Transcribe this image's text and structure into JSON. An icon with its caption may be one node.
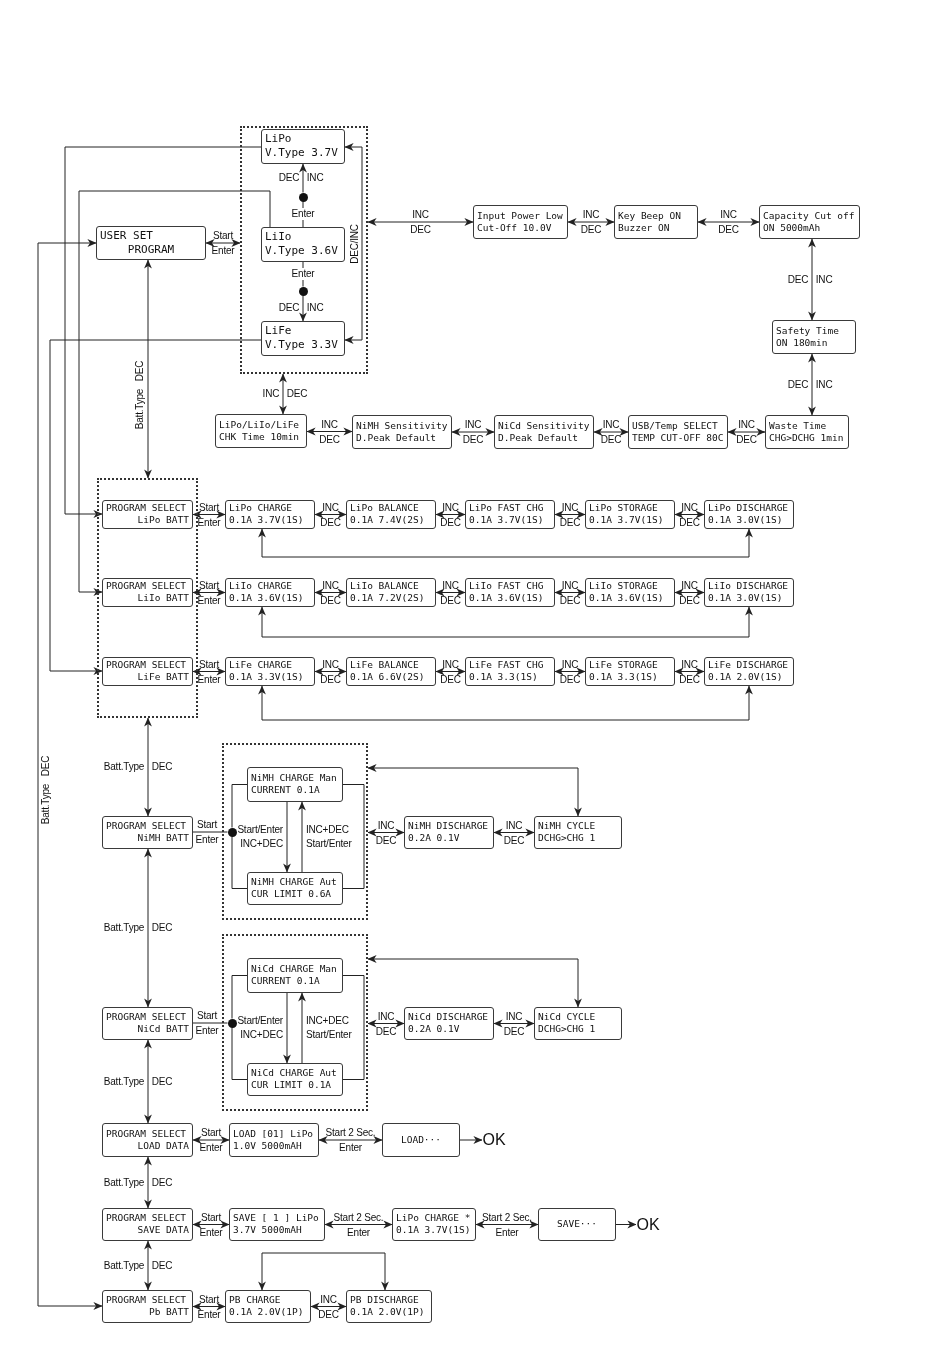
{
  "diagram": {
    "nodes": [
      {
        "text": [
          "USER SET",
          "PROGRAM"
        ]
      },
      {
        "text": [],
        "shape": "box"
      },
      {
        "text": [
          "LiPo",
          "V.Type 3.7V"
        ],
        "in": 1
      },
      {
        "text": [],
        "shape": "circle",
        "in": 1
      },
      {
        "text": [
          "LiIo",
          "V.Type 3.6V"
        ],
        "in": 1
      },
      {
        "text": [],
        "shape": "circle",
        "in": 1
      },
      {
        "text": [
          "LiFe",
          "V.Type 3.3V"
        ],
        "in": 1
      },
      {
        "text": [
          "Input Power Low",
          "Cut-Off 10.0V"
        ]
      },
      {
        "text": [
          "Key Beep ON",
          "Buzzer ON"
        ]
      },
      {
        "text": [
          "Capacity Cut off",
          "ON 5000mAh"
        ]
      },
      {
        "text": [
          "Safety Time",
          "ON 180min"
        ]
      },
      {
        "text": [
          "LiPo/LiIo/LiFe",
          "CHK Time 10min"
        ]
      },
      {
        "text": [
          "NiMH Sensitivity",
          "D.Peak Default"
        ]
      },
      {
        "text": [
          "NiCd Sensitivity",
          "D.Peak Default"
        ]
      },
      {
        "text": [
          "USB/Temp SELECT",
          "TEMP CUT-OFF 80C"
        ]
      },
      {
        "text": [
          "Waste Time",
          "CHG>DCHG 1min"
        ]
      },
      {
        "text": [],
        "shape": "box"
      },
      {
        "text": [
          "PROGRAM SELECT",
          "LiPo BATT"
        ],
        "in": 16
      },
      {
        "text": [
          "LiPo CHARGE",
          "0.1A 3.7V(1S)"
        ]
      },
      {
        "text": [
          "LiPo BALANCE",
          "0.1A 7.4V(2S)"
        ]
      },
      {
        "text": [
          "LiPo FAST CHG",
          "0.1A 3.7V(1S)"
        ]
      },
      {
        "text": [
          "LiPo STORAGE",
          "0.1A 3.7V(1S)"
        ]
      },
      {
        "text": [
          "LiPo DISCHARGE",
          "0.1A 3.0V(1S)"
        ]
      },
      {
        "text": [
          "PROGRAM SELECT",
          "LiIo BATT"
        ],
        "in": 16
      },
      {
        "text": [
          "LiIo CHARGE",
          "0.1A 3.6V(1S)"
        ]
      },
      {
        "text": [
          "LiIo BALANCE",
          "0.1A 7.2V(2S)"
        ]
      },
      {
        "text": [
          "LiIo FAST CHG",
          "0.1A 3.6V(1S)"
        ]
      },
      {
        "text": [
          "LiIo STORAGE",
          "0.1A 3.6V(1S)"
        ]
      },
      {
        "text": [
          "LiIo DISCHARGE",
          "0.1A 3.0V(1S)"
        ]
      },
      {
        "text": [
          "PROGRAM SELECT",
          "LiFe BATT"
        ],
        "in": 16
      },
      {
        "text": [
          "LiFe CHARGE",
          "0.1A 3.3V(1S)"
        ]
      },
      {
        "text": [
          "LiFe BALANCE",
          "0.1A 6.6V(2S)"
        ]
      },
      {
        "text": [
          "LiFe FAST CHG",
          "0.1A 3.3(1S)"
        ]
      },
      {
        "text": [
          "LiFe STORAGE",
          "0.1A 3.3(1S)"
        ]
      },
      {
        "text": [
          "LiFe DISCHARGE",
          "0.1A 2.0V(1S)"
        ]
      },
      {
        "text": [
          "PROGRAM SELECT",
          "NiMH BATT"
        ]
      },
      {
        "text": [],
        "shape": "box"
      },
      {
        "text": [
          "NiMH CHARGE Man",
          "CURRENT 0.1A"
        ],
        "in": 36
      },
      {
        "text": [],
        "shape": "circle",
        "in": 36
      },
      {
        "text": [
          "NiMH CHARGE Aut",
          "CUR LIMIT 0.6A"
        ],
        "in": 36
      },
      {
        "text": [
          "NiMH DISCHARGE",
          "0.2A 0.1V"
        ]
      },
      {
        "text": [
          "NiMH CYCLE",
          "DCHG>CHG 1"
        ]
      },
      {
        "text": [
          "PROGRAM SELECT",
          "NiCd BATT"
        ]
      },
      {
        "text": [],
        "shape": "box"
      },
      {
        "text": [
          "NiCd CHARGE Man",
          "CURRENT 0.1A"
        ],
        "in": 43
      },
      {
        "text": [],
        "shape": "circle",
        "in": 43
      },
      {
        "text": [
          "NiCd CHARGE Aut",
          "CUR LIMIT 0.1A"
        ],
        "in": 43
      },
      {
        "text": [
          "NiCd DISCHARGE",
          "0.2A 0.1V"
        ]
      },
      {
        "text": [
          "NiCd CYCLE",
          "DCHG>CHG 1"
        ]
      },
      {
        "text": [
          "PROGRAM SELECT",
          "LOAD DATA"
        ]
      },
      {
        "text": [
          "LOAD [01] LiPo",
          "1.0V 5000mAH"
        ]
      },
      {
        "text": [
          "LOAD···"
        ]
      },
      {
        "text": [
          "OK"
        ]
      },
      {
        "text": [
          "PROGRAM SELECT",
          "SAVE DATA"
        ]
      },
      {
        "text": [
          "SAVE [ 1 ] LiPo",
          "3.7V 5000mAH"
        ]
      },
      {
        "text": [
          "LiPo CHARGE *",
          "0.1A 3.7V(1S)"
        ]
      },
      {
        "text": [
          "SAVE···"
        ]
      },
      {
        "text": [
          "OK"
        ]
      },
      {
        "text": [
          "PROGRAM SELECT",
          "Pb BATT"
        ]
      },
      {
        "text": [
          "PB CHARGE",
          "0.1A 2.0V(1P)"
        ]
      },
      {
        "text": [
          "PB DISCHARGE",
          "0.1A 2.0V(1P)"
        ]
      }
    ],
    "edges": [
      {
        "from": 0,
        "to": 1,
        "arrow": "both",
        "label": "Start Enter"
      },
      {
        "from": 3,
        "to": 2,
        "arrow": "to",
        "label": "DEC INC"
      },
      {
        "from": 4,
        "to": 3,
        "arrow": "none",
        "label": "Enter"
      },
      {
        "from": 4,
        "to": 5,
        "arrow": "none",
        "label": "Enter"
      },
      {
        "from": 5,
        "to": 6,
        "arrow": "to",
        "label": "DEC INC"
      },
      {
        "from": 2,
        "to": 6,
        "arrow": "both",
        "label": "DEC/INC"
      },
      {
        "from": 1,
        "to": 7,
        "arrow": "both",
        "label": "INC DEC"
      },
      {
        "from": 7,
        "to": 8,
        "arrow": "both",
        "label": "INC DEC"
      },
      {
        "from": 8,
        "to": 9,
        "arrow": "both",
        "label": "INC DEC"
      },
      {
        "from": 9,
        "to": 10,
        "arrow": "both",
        "label": "DEC INC"
      },
      {
        "from": 10,
        "to": 15,
        "arrow": "both",
        "label": "DEC INC"
      },
      {
        "from": 1,
        "to": 11,
        "arrow": "both",
        "label": "INC DEC"
      },
      {
        "from": 11,
        "to": 12,
        "arrow": "both",
        "label": "INC DEC"
      },
      {
        "from": 12,
        "to": 13,
        "arrow": "both",
        "label": "INC DEC"
      },
      {
        "from": 13,
        "to": 14,
        "arrow": "both",
        "label": "INC DEC"
      },
      {
        "from": 14,
        "to": 15,
        "arrow": "both",
        "label": "INC DEC"
      },
      {
        "from": 2,
        "to": 17,
        "arrow": "to"
      },
      {
        "from": 4,
        "to": 23,
        "arrow": "to"
      },
      {
        "from": 6,
        "to": 29,
        "arrow": "to"
      },
      {
        "from": 58,
        "to": 0,
        "arrow": "both",
        "label": "Batt.Type DEC"
      },
      {
        "from": 0,
        "to": 16,
        "arrow": "both",
        "label": "Batt.Type DEC"
      },
      {
        "from": 17,
        "to": 18,
        "arrow": "both",
        "label": "Start Enter"
      },
      {
        "from": 18,
        "to": 19,
        "arrow": "both",
        "label": "INC DEC"
      },
      {
        "from": 19,
        "to": 20,
        "arrow": "both",
        "label": "INC DEC"
      },
      {
        "from": 20,
        "to": 21,
        "arrow": "both",
        "label": "INC DEC"
      },
      {
        "from": 21,
        "to": 22,
        "arrow": "both",
        "label": "INC DEC"
      },
      {
        "from": 18,
        "to": 22,
        "arrow": "both"
      },
      {
        "from": 23,
        "to": 24,
        "arrow": "both",
        "label": "Start Enter"
      },
      {
        "from": 24,
        "to": 25,
        "arrow": "both",
        "label": "INC DEC"
      },
      {
        "from": 25,
        "to": 26,
        "arrow": "both",
        "label": "INC DEC"
      },
      {
        "from": 26,
        "to": 27,
        "arrow": "both",
        "label": "INC DEC"
      },
      {
        "from": 27,
        "to": 28,
        "arrow": "both",
        "label": "INC DEC"
      },
      {
        "from": 24,
        "to": 28,
        "arrow": "both"
      },
      {
        "from": 29,
        "to": 30,
        "arrow": "both",
        "label": "Start Enter"
      },
      {
        "from": 30,
        "to": 31,
        "arrow": "both",
        "label": "INC DEC"
      },
      {
        "from": 31,
        "to": 32,
        "arrow": "both",
        "label": "INC DEC"
      },
      {
        "from": 32,
        "to": 33,
        "arrow": "both",
        "label": "INC DEC"
      },
      {
        "from": 33,
        "to": 34,
        "arrow": "both",
        "label": "INC DEC"
      },
      {
        "from": 30,
        "to": 34,
        "arrow": "both"
      },
      {
        "from": 16,
        "to": 35,
        "arrow": "both",
        "label": "Batt.Type DEC"
      },
      {
        "from": 35,
        "to": 38,
        "arrow": "none",
        "label": "Start Enter"
      },
      {
        "from": 38,
        "to": 37,
        "arrow": "none"
      },
      {
        "from": 38,
        "to": 39,
        "arrow": "none"
      },
      {
        "from": 37,
        "to": 39,
        "arrow": "to",
        "label": "Start/Enter INC+DEC"
      },
      {
        "from": 39,
        "to": 37,
        "arrow": "to",
        "label": "INC+DEC Start/Enter"
      },
      {
        "from": 37,
        "to": 39,
        "arrow": "none"
      },
      {
        "from": 36,
        "to": 40,
        "arrow": "both",
        "label": "INC DEC"
      },
      {
        "from": 40,
        "to": 41,
        "arrow": "both",
        "label": "INC DEC"
      },
      {
        "from": 41,
        "to": 36,
        "arrow": "both"
      },
      {
        "from": 35,
        "to": 42,
        "arrow": "both",
        "label": "Batt.Type DEC"
      },
      {
        "from": 42,
        "to": 45,
        "arrow": "none",
        "label": "Start Enter"
      },
      {
        "from": 45,
        "to": 44,
        "arrow": "none"
      },
      {
        "from": 45,
        "to": 46,
        "arrow": "none"
      },
      {
        "from": 44,
        "to": 46,
        "arrow": "to",
        "label": "Start/Enter INC+DEC"
      },
      {
        "from": 46,
        "to": 44,
        "arrow": "to",
        "label": "INC+DEC Start/Enter"
      },
      {
        "from": 44,
        "to": 46,
        "arrow": "none"
      },
      {
        "from": 43,
        "to": 47,
        "arrow": "both",
        "label": "INC DEC"
      },
      {
        "from": 47,
        "to": 48,
        "arrow": "both",
        "label": "INC DEC"
      },
      {
        "from": 48,
        "to": 43,
        "arrow": "both"
      },
      {
        "from": 42,
        "to": 49,
        "arrow": "both",
        "label": "Batt.Type DEC"
      },
      {
        "from": 49,
        "to": 50,
        "arrow": "both",
        "label": "Start Enter"
      },
      {
        "from": 50,
        "to": 51,
        "arrow": "both",
        "label": "Start 2 Sec. Enter"
      },
      {
        "from": 51,
        "to": 52,
        "arrow": "to"
      },
      {
        "from": 49,
        "to": 53,
        "arrow": "both",
        "label": "Batt.Type DEC"
      },
      {
        "from": 53,
        "to": 54,
        "arrow": "both",
        "label": "Start Enter"
      },
      {
        "from": 54,
        "to": 55,
        "arrow": "both",
        "label": "Start 2 Sec. Enter"
      },
      {
        "from": 55,
        "to": 56,
        "arrow": "both",
        "label": "Start 2 Sec. Enter"
      },
      {
        "from": 56,
        "to": 57,
        "arrow": "to"
      },
      {
        "from": 53,
        "to": 58,
        "arrow": "both",
        "label": "Batt.Type DEC"
      },
      {
        "from": 58,
        "to": 59,
        "arrow": "both",
        "label": "Start Enter"
      },
      {
        "from": 59,
        "to": 60,
        "arrow": "both",
        "label": "INC DEC"
      },
      {
        "from": 59,
        "to": 60,
        "arrow": "both"
      }
    ]
  }
}
